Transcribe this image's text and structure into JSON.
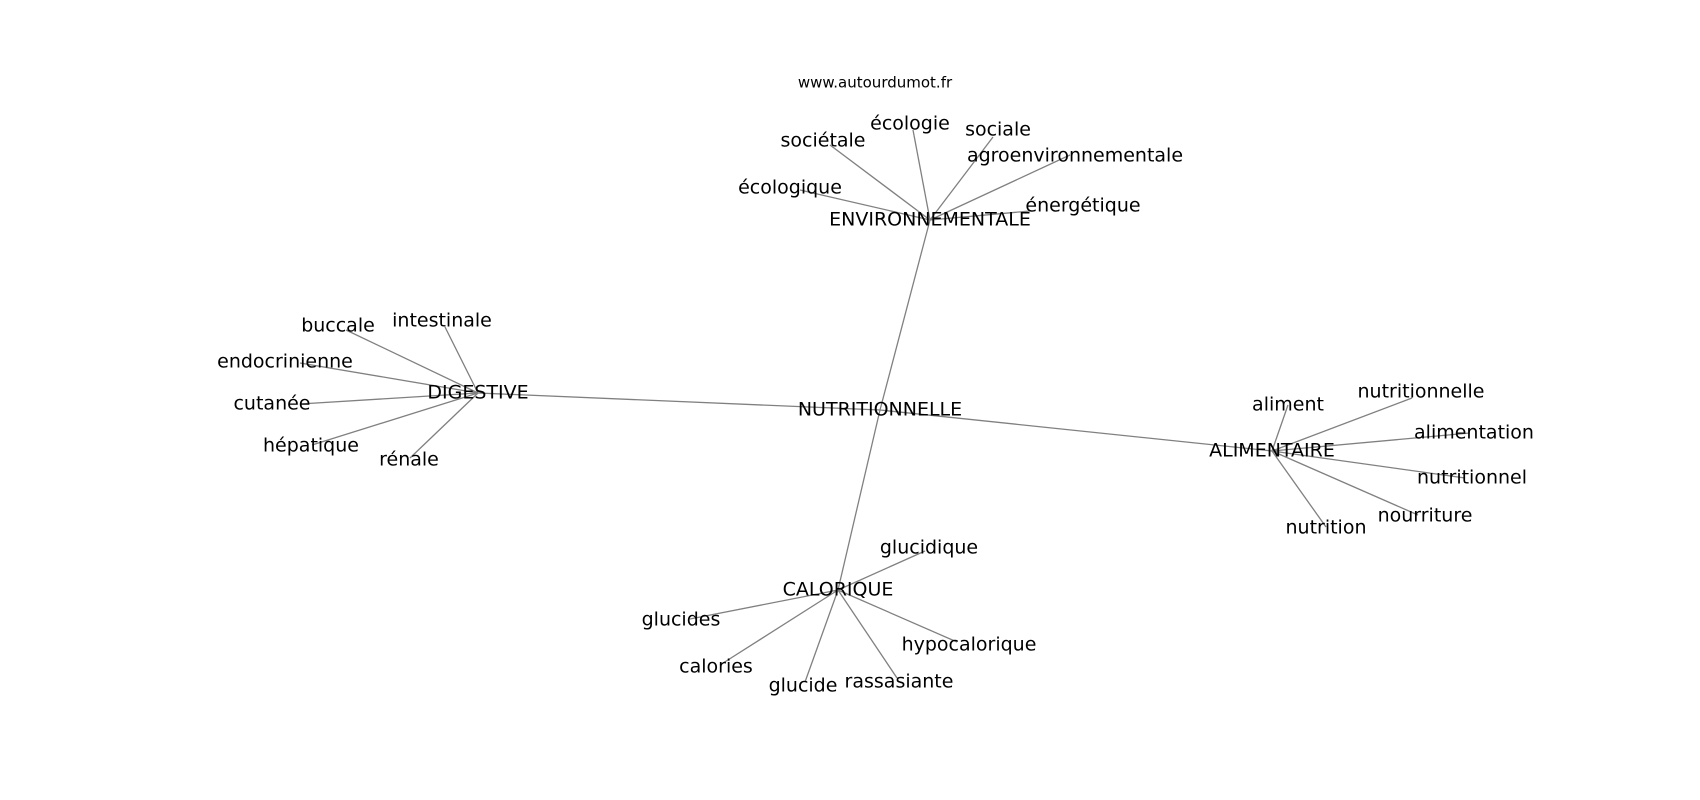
{
  "watermark": "www.autourdumot.fr",
  "graph": {
    "center": "NUTRITIONNELLE",
    "clusters": [
      {
        "hub": "ENVIRONNEMENTALE",
        "words": [
          "écologique",
          "sociétale",
          "écologie",
          "sociale",
          "agroenvironnementale",
          "énergétique"
        ]
      },
      {
        "hub": "DIGESTIVE",
        "words": [
          "buccale",
          "intestinale",
          "endocrinienne",
          "cutanée",
          "hépatique",
          "rénale"
        ]
      },
      {
        "hub": "ALIMENTAIRE",
        "words": [
          "aliment",
          "nutritionnelle",
          "alimentation",
          "nutritionnel",
          "nourriture",
          "nutrition"
        ]
      },
      {
        "hub": "CALORIQUE",
        "words": [
          "glucidique",
          "glucides",
          "calories",
          "glucide",
          "rassasiante",
          "hypocalorique"
        ]
      }
    ]
  }
}
